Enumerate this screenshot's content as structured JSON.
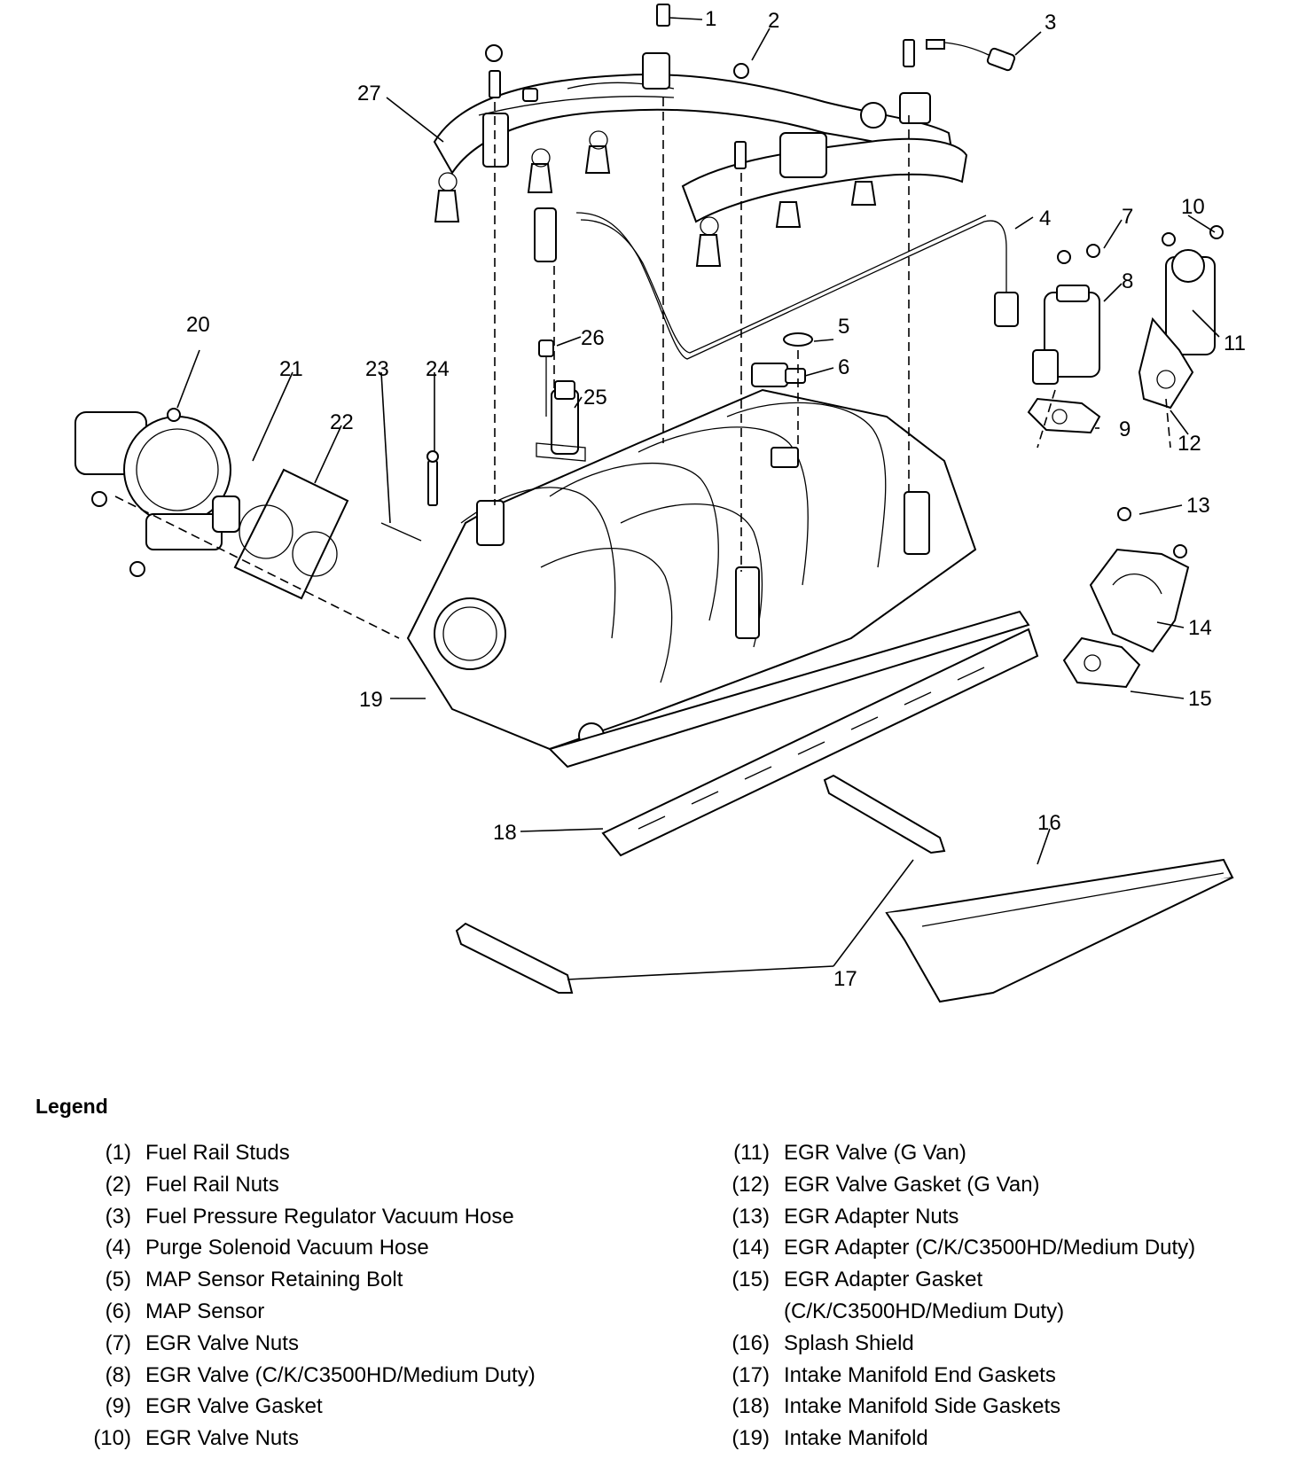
{
  "diagram": {
    "callouts": [
      "1",
      "2",
      "3",
      "4",
      "5",
      "6",
      "7",
      "8",
      "9",
      "10",
      "11",
      "12",
      "13",
      "14",
      "15",
      "16",
      "17",
      "18",
      "19",
      "20",
      "21",
      "22",
      "23",
      "24",
      "25",
      "26",
      "27"
    ]
  },
  "legend": {
    "title": "Legend",
    "left": [
      {
        "num": "(1)",
        "text": "Fuel Rail Studs"
      },
      {
        "num": "(2)",
        "text": "Fuel Rail Nuts"
      },
      {
        "num": "(3)",
        "text": "Fuel Pressure Regulator Vacuum Hose"
      },
      {
        "num": "(4)",
        "text": "Purge Solenoid Vacuum Hose"
      },
      {
        "num": "(5)",
        "text": "MAP Sensor Retaining Bolt"
      },
      {
        "num": "(6)",
        "text": "MAP Sensor"
      },
      {
        "num": "(7)",
        "text": "EGR Valve Nuts"
      },
      {
        "num": "(8)",
        "text": "EGR Valve (C/K/C3500HD/Medium Duty)"
      },
      {
        "num": "(9)",
        "text": "EGR Valve Gasket"
      },
      {
        "num": "(10)",
        "text": "EGR Valve Nuts"
      }
    ],
    "right": [
      {
        "num": "(11)",
        "text": "EGR Valve (G Van)"
      },
      {
        "num": "(12)",
        "text": "EGR Valve Gasket (G Van)"
      },
      {
        "num": "(13)",
        "text": "EGR Adapter Nuts"
      },
      {
        "num": "(14)",
        "text": "EGR Adapter (C/K/C3500HD/Medium Duty)"
      },
      {
        "num": "(15)",
        "text": "EGR Adapter Gasket",
        "text2": "(C/K/C3500HD/Medium Duty)"
      },
      {
        "num": "(16)",
        "text": "Splash Shield"
      },
      {
        "num": "(17)",
        "text": "Intake Manifold End Gaskets"
      },
      {
        "num": "(18)",
        "text": "Intake Manifold Side Gaskets"
      },
      {
        "num": "(19)",
        "text": "Intake Manifold"
      }
    ]
  }
}
